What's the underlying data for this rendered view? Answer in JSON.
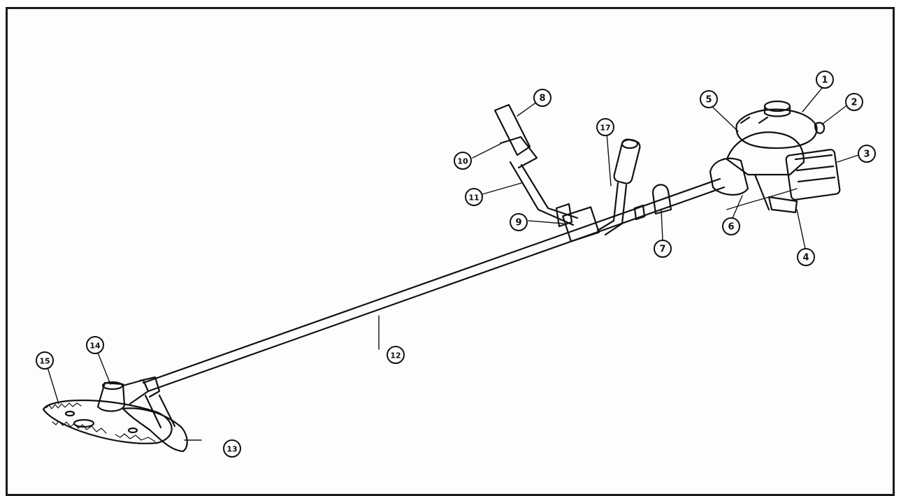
{
  "callouts": [
    {
      "id": "1",
      "label": "1"
    },
    {
      "id": "2",
      "label": "2"
    },
    {
      "id": "3",
      "label": "3"
    },
    {
      "id": "4",
      "label": "4"
    },
    {
      "id": "5",
      "label": "5"
    },
    {
      "id": "6",
      "label": "6"
    },
    {
      "id": "7",
      "label": "7"
    },
    {
      "id": "8",
      "label": "8"
    },
    {
      "id": "9",
      "label": "9"
    },
    {
      "id": "10",
      "label": "10"
    },
    {
      "id": "11",
      "label": "11"
    },
    {
      "id": "12",
      "label": "12"
    },
    {
      "id": "13",
      "label": "13"
    },
    {
      "id": "14",
      "label": "14"
    },
    {
      "id": "15",
      "label": "15"
    },
    {
      "id": "17",
      "label": "17"
    }
  ],
  "colors": {
    "ink": "#111111",
    "paper": "#fdfdfd"
  }
}
